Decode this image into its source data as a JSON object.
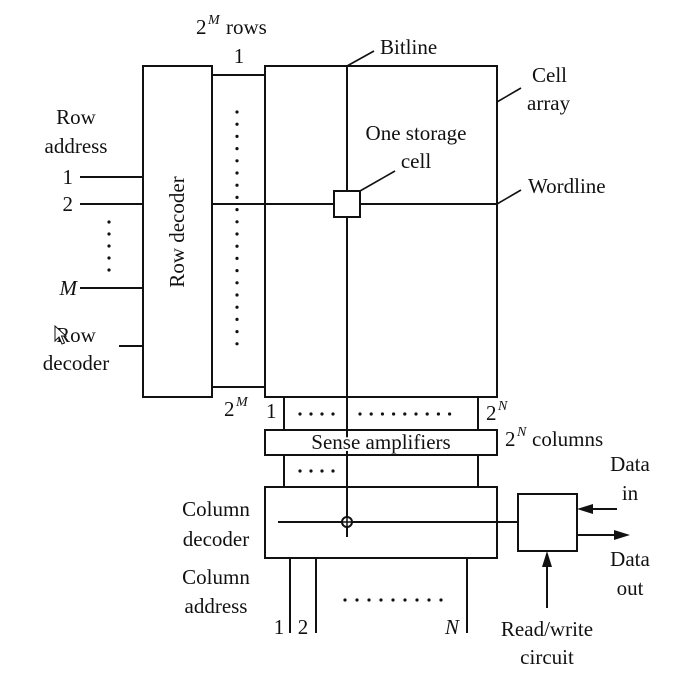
{
  "diagram": {
    "type": "memory-organization-block-diagram",
    "colors": {
      "stroke": "#111111",
      "background": "#ffffff"
    },
    "top_labels": {
      "rows_base": "2",
      "rows_exp": "M",
      "rows_suffix": "rows",
      "first_row": "1",
      "bitline": "Bitline",
      "cell_array_line1": "Cell",
      "cell_array_line2": "array",
      "storage_cell_line1": "One storage",
      "storage_cell_line2": "cell",
      "wordline": "Wordline"
    },
    "row_address": {
      "title_line1": "Row",
      "title_line2": "address",
      "inputs": [
        "1",
        "2",
        "M"
      ]
    },
    "row_decoder": {
      "box_label": "Row decoder",
      "side_label_line1": "Row",
      "side_label_line2": "decoder",
      "last_row_base": "2",
      "last_row_exp": "M"
    },
    "sense_amplifiers": {
      "label": "Sense amplifiers",
      "first_column": "1",
      "last_column_base": "2",
      "last_column_exp": "N",
      "columns_base": "2",
      "columns_exp": "N",
      "columns_suffix": "columns"
    },
    "column_decoder": {
      "label_line1": "Column",
      "label_line2": "decoder"
    },
    "column_address": {
      "label_line1": "Column",
      "label_line2": "address",
      "inputs": [
        "1",
        "2",
        "N"
      ]
    },
    "read_write": {
      "label_line1": "Read/write",
      "label_line2": "circuit",
      "data_in_line1": "Data",
      "data_in_line2": "in",
      "data_out_line1": "Data",
      "data_out_line2": "out"
    },
    "mouse_cursor": "arrow-cursor"
  }
}
